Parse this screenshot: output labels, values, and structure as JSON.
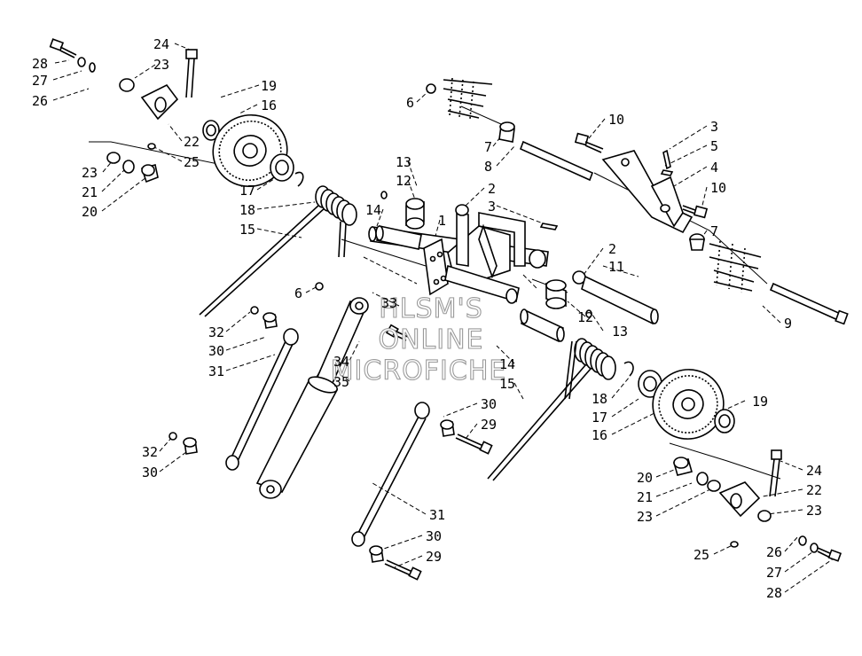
{
  "diagram": {
    "watermark": [
      "HLSM'S",
      "ONLINE",
      "MICROFICHE"
    ],
    "callouts": [
      {
        "id": "c28a",
        "text": "28"
      },
      {
        "id": "c27a",
        "text": "27"
      },
      {
        "id": "c26a",
        "text": "26"
      },
      {
        "id": "c24a",
        "text": "24"
      },
      {
        "id": "c23a",
        "text": "23"
      },
      {
        "id": "c19a",
        "text": "19"
      },
      {
        "id": "c16a",
        "text": "16"
      },
      {
        "id": "c22a",
        "text": "22"
      },
      {
        "id": "c25a",
        "text": "25"
      },
      {
        "id": "c23b",
        "text": "23"
      },
      {
        "id": "c21a",
        "text": "21"
      },
      {
        "id": "c20a",
        "text": "20"
      },
      {
        "id": "c17a",
        "text": "17"
      },
      {
        "id": "c18a",
        "text": "18"
      },
      {
        "id": "c15a",
        "text": "15"
      },
      {
        "id": "c6a",
        "text": "6"
      },
      {
        "id": "c7a",
        "text": "7"
      },
      {
        "id": "c8a",
        "text": "8"
      },
      {
        "id": "c10a",
        "text": "10"
      },
      {
        "id": "c3a",
        "text": "3"
      },
      {
        "id": "c5a",
        "text": "5"
      },
      {
        "id": "c4a",
        "text": "4"
      },
      {
        "id": "c10b",
        "text": "10"
      },
      {
        "id": "c7b",
        "text": "7"
      },
      {
        "id": "c13a",
        "text": "13"
      },
      {
        "id": "c12a",
        "text": "12"
      },
      {
        "id": "c2a",
        "text": "2"
      },
      {
        "id": "c3b",
        "text": "3"
      },
      {
        "id": "c14a",
        "text": "14"
      },
      {
        "id": "c1a",
        "text": "1"
      },
      {
        "id": "c2b",
        "text": "2"
      },
      {
        "id": "c11a",
        "text": "11"
      },
      {
        "id": "c9a",
        "text": "9"
      },
      {
        "id": "c6b",
        "text": "6"
      },
      {
        "id": "c33a",
        "text": "33"
      },
      {
        "id": "c32a",
        "text": "32"
      },
      {
        "id": "c30a",
        "text": "30"
      },
      {
        "id": "c31a",
        "text": "31"
      },
      {
        "id": "c34a",
        "text": "34"
      },
      {
        "id": "c35a",
        "text": "35"
      },
      {
        "id": "c12b",
        "text": "12"
      },
      {
        "id": "c13b",
        "text": "13"
      },
      {
        "id": "c14b",
        "text": "14"
      },
      {
        "id": "c15b",
        "text": "15"
      },
      {
        "id": "c18b",
        "text": "18"
      },
      {
        "id": "c17b",
        "text": "17"
      },
      {
        "id": "c16b",
        "text": "16"
      },
      {
        "id": "c19b",
        "text": "19"
      },
      {
        "id": "c30b",
        "text": "30"
      },
      {
        "id": "c29a",
        "text": "29"
      },
      {
        "id": "c32b",
        "text": "32"
      },
      {
        "id": "c30c",
        "text": "30"
      },
      {
        "id": "c31b",
        "text": "31"
      },
      {
        "id": "c30d",
        "text": "30"
      },
      {
        "id": "c29b",
        "text": "29"
      },
      {
        "id": "c20b",
        "text": "20"
      },
      {
        "id": "c21b",
        "text": "21"
      },
      {
        "id": "c23c",
        "text": "23"
      },
      {
        "id": "c24b",
        "text": "24"
      },
      {
        "id": "c22b",
        "text": "22"
      },
      {
        "id": "c23d",
        "text": "23"
      },
      {
        "id": "c25b",
        "text": "25"
      },
      {
        "id": "c26b",
        "text": "26"
      },
      {
        "id": "c27b",
        "text": "27"
      },
      {
        "id": "c28b",
        "text": "28"
      }
    ]
  }
}
